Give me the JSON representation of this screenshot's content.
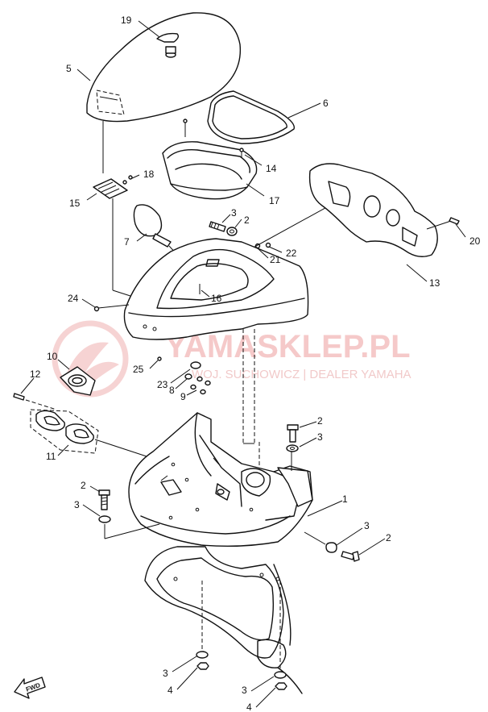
{
  "diagram": {
    "callouts": [
      "1",
      "2",
      "3",
      "4",
      "5",
      "6",
      "7",
      "8",
      "9",
      "10",
      "11",
      "12",
      "13",
      "14",
      "15",
      "16",
      "17",
      "18",
      "19",
      "20",
      "21",
      "22",
      "23",
      "24",
      "25"
    ],
    "fwd_label": "FWD",
    "watermark": {
      "brand": "YAMASKLEP.PL",
      "subline": "WOJ. SUCHOWICZ | DEALER YAMAHA"
    },
    "colors": {
      "line": "#111111",
      "watermark": "#f2b8b8",
      "background": "#ffffff"
    }
  }
}
